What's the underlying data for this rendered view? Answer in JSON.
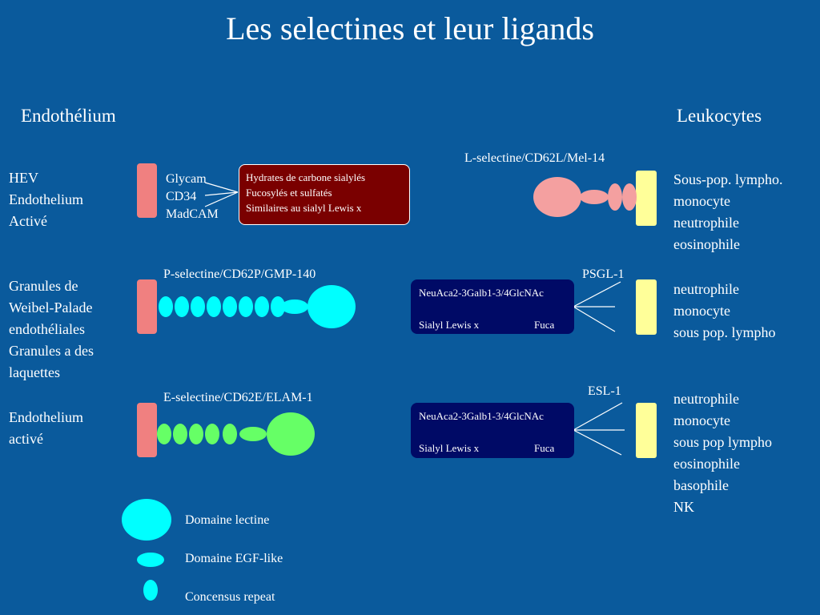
{
  "title": "Les selectines et leur ligands",
  "headings": {
    "left": "Endothélium",
    "right": "Leukocytes"
  },
  "left_labels": {
    "row1": [
      "HEV",
      "Endothelium",
      "Activé"
    ],
    "row2": [
      "Granules de",
      "Weibel-Palade",
      "endothéliales",
      "Granules a des",
      "laquettes"
    ],
    "row3": [
      "Endothelium",
      "activé"
    ]
  },
  "row1": {
    "selectin": "L-selectine/CD62L/Mel-14",
    "ligands": [
      "Glycam",
      "CD34",
      "MadCAM"
    ],
    "carb_box": [
      "Hydrates de carbone sialylés",
      "Fucosylés et sulfatés",
      "Similaires au sialyl Lewis x"
    ],
    "cells": [
      "Sous-pop. lympho.",
      "monocyte",
      "neutrophile",
      "eosinophile"
    ]
  },
  "row2": {
    "selectin": "P-selectine/CD62P/GMP-140",
    "ligand": "PSGL-1",
    "box_line1": "NeuAca2-3Galb1-3/4GlcNAc",
    "box_line2a": "Sialyl Lewis x",
    "box_line2b": "Fuca",
    "cells": [
      "neutrophile",
      "monocyte",
      "sous pop. lympho"
    ]
  },
  "row3": {
    "selectin": "E-selectine/CD62E/ELAM-1",
    "ligand": "ESL-1",
    "box_line1": "NeuAca2-3Galb1-3/4GlcNAc",
    "box_line2a": "Sialyl Lewis x",
    "box_line2b": "Fuca",
    "cells": [
      "neutrophile",
      "monocyte",
      "sous pop lympho",
      "eosinophile",
      "basophile",
      "NK"
    ]
  },
  "legend": {
    "lectin": "Domaine lectine",
    "egf": "Domaine EGF-like",
    "repeat": "Concensus repeat"
  },
  "colors": {
    "background": "#0a5a9c",
    "endothelium_bar": "#f08080",
    "leukocyte_bar": "#ffff99",
    "l_selectin": "#f4a0a0",
    "p_selectin": "#00ffff",
    "e_selectin": "#66ff66",
    "carb_box": "#7a0000",
    "ligand_box": "#000a66"
  }
}
